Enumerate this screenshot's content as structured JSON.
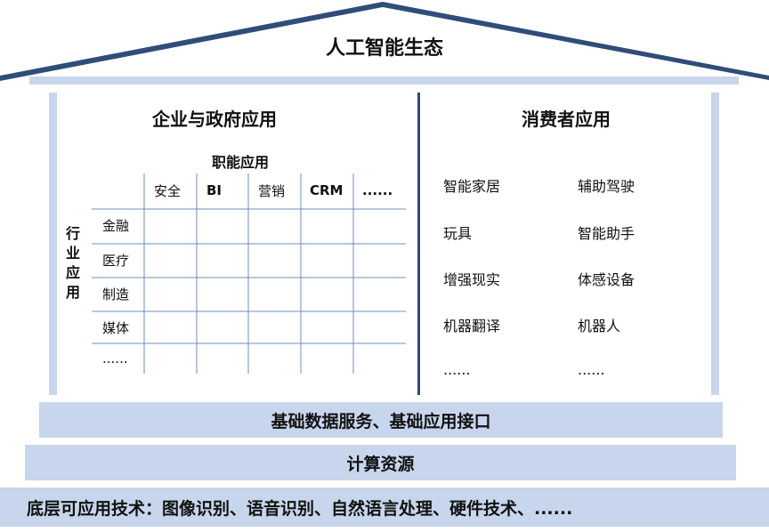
{
  "title": "人工智能生态",
  "enterprise": {
    "title": "企业与政府应用",
    "function_label": "职能应用",
    "columns": [
      "安全",
      "BI",
      "营销",
      "CRM",
      "......"
    ],
    "industry_label": [
      "行",
      "业",
      "应",
      "用"
    ],
    "rows": [
      "金融",
      "医疗",
      "制造",
      "媒体",
      "......"
    ]
  },
  "consumer": {
    "title": "消费者应用",
    "items_left": [
      "智能家居",
      "玩具",
      "增强现实",
      "机器翻译",
      "......"
    ],
    "items_right": [
      "辅助驾驶",
      "智能助手",
      "体感设备",
      "机器人",
      "......"
    ]
  },
  "layers": {
    "data_services": "基础数据服务、基础应用接口",
    "compute": "计算资源",
    "tech": "底层可应用技术：图像识别、语音识别、自然语言处理、硬件技术、......"
  },
  "colors": {
    "accent": "#c7d6ec",
    "roof": "#2f4d78"
  }
}
